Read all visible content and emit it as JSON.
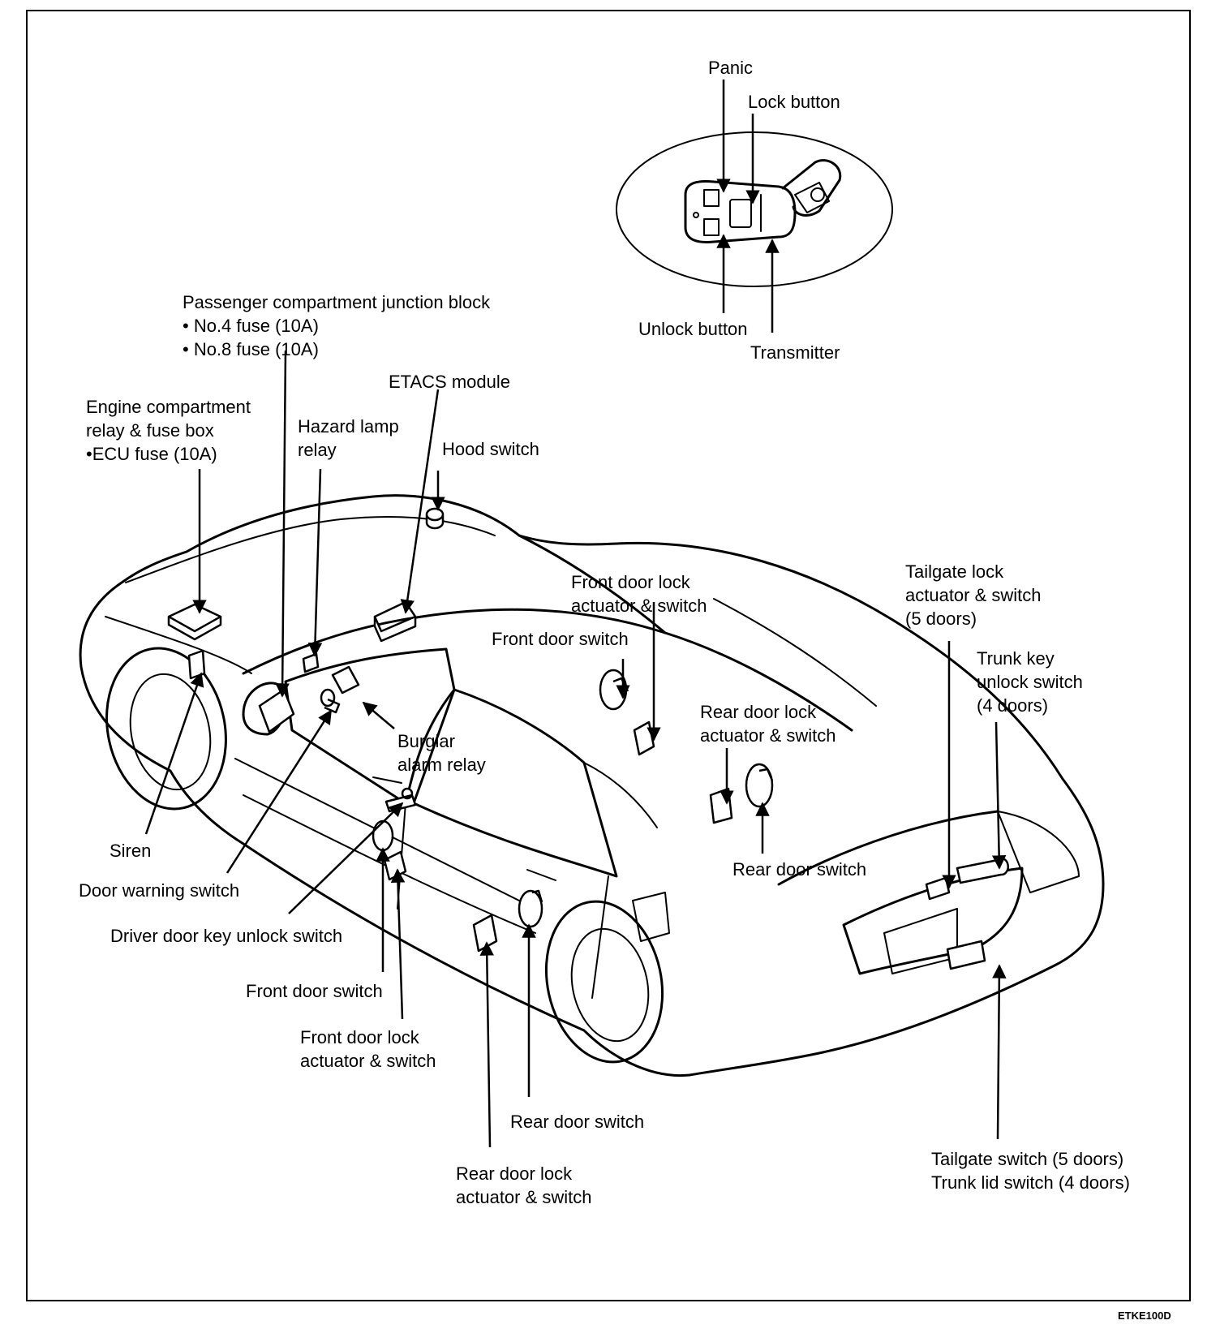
{
  "diagram_code": "ETKE100D",
  "labels": {
    "panic": "Panic",
    "lock_button": "Lock button",
    "unlock_button": "Unlock button",
    "transmitter": "Transmitter",
    "passenger_junction_block": "Passenger compartment junction block\n• No.4 fuse (10A)\n• No.8 fuse (10A)",
    "etacs_module": "ETACS module",
    "engine_relay_fuse_box": "Engine compartment\nrelay & fuse box\n•ECU fuse (10A)",
    "hazard_lamp_relay": "Hazard lamp\nrelay",
    "hood_switch": "Hood switch",
    "front_door_lock_actuator_upper": "Front door lock\nactuator & switch",
    "front_door_switch_upper": "Front door switch",
    "tailgate_lock_actuator": "Tailgate lock\nactuator & switch\n(5 doors)",
    "trunk_key_unlock_switch": "Trunk key\nunlock switch\n(4 doors)",
    "rear_door_lock_actuator_upper": "Rear door lock\nactuator & switch",
    "burglar_alarm_relay": "Burglar\nalarm relay",
    "siren": "Siren",
    "door_warning_switch": "Door warning switch",
    "driver_door_key_unlock_switch": "Driver door key unlock switch",
    "rear_door_switch_upper": "Rear door switch",
    "front_door_switch_lower": "Front door switch",
    "front_door_lock_actuator_lower": "Front door lock\nactuator & switch",
    "rear_door_switch_lower": "Rear door switch",
    "rear_door_lock_actuator_lower": "Rear door lock\nactuator & switch",
    "tailgate_switch": "Tailgate switch (5 doors)\nTrunk lid switch (4 doors)"
  }
}
